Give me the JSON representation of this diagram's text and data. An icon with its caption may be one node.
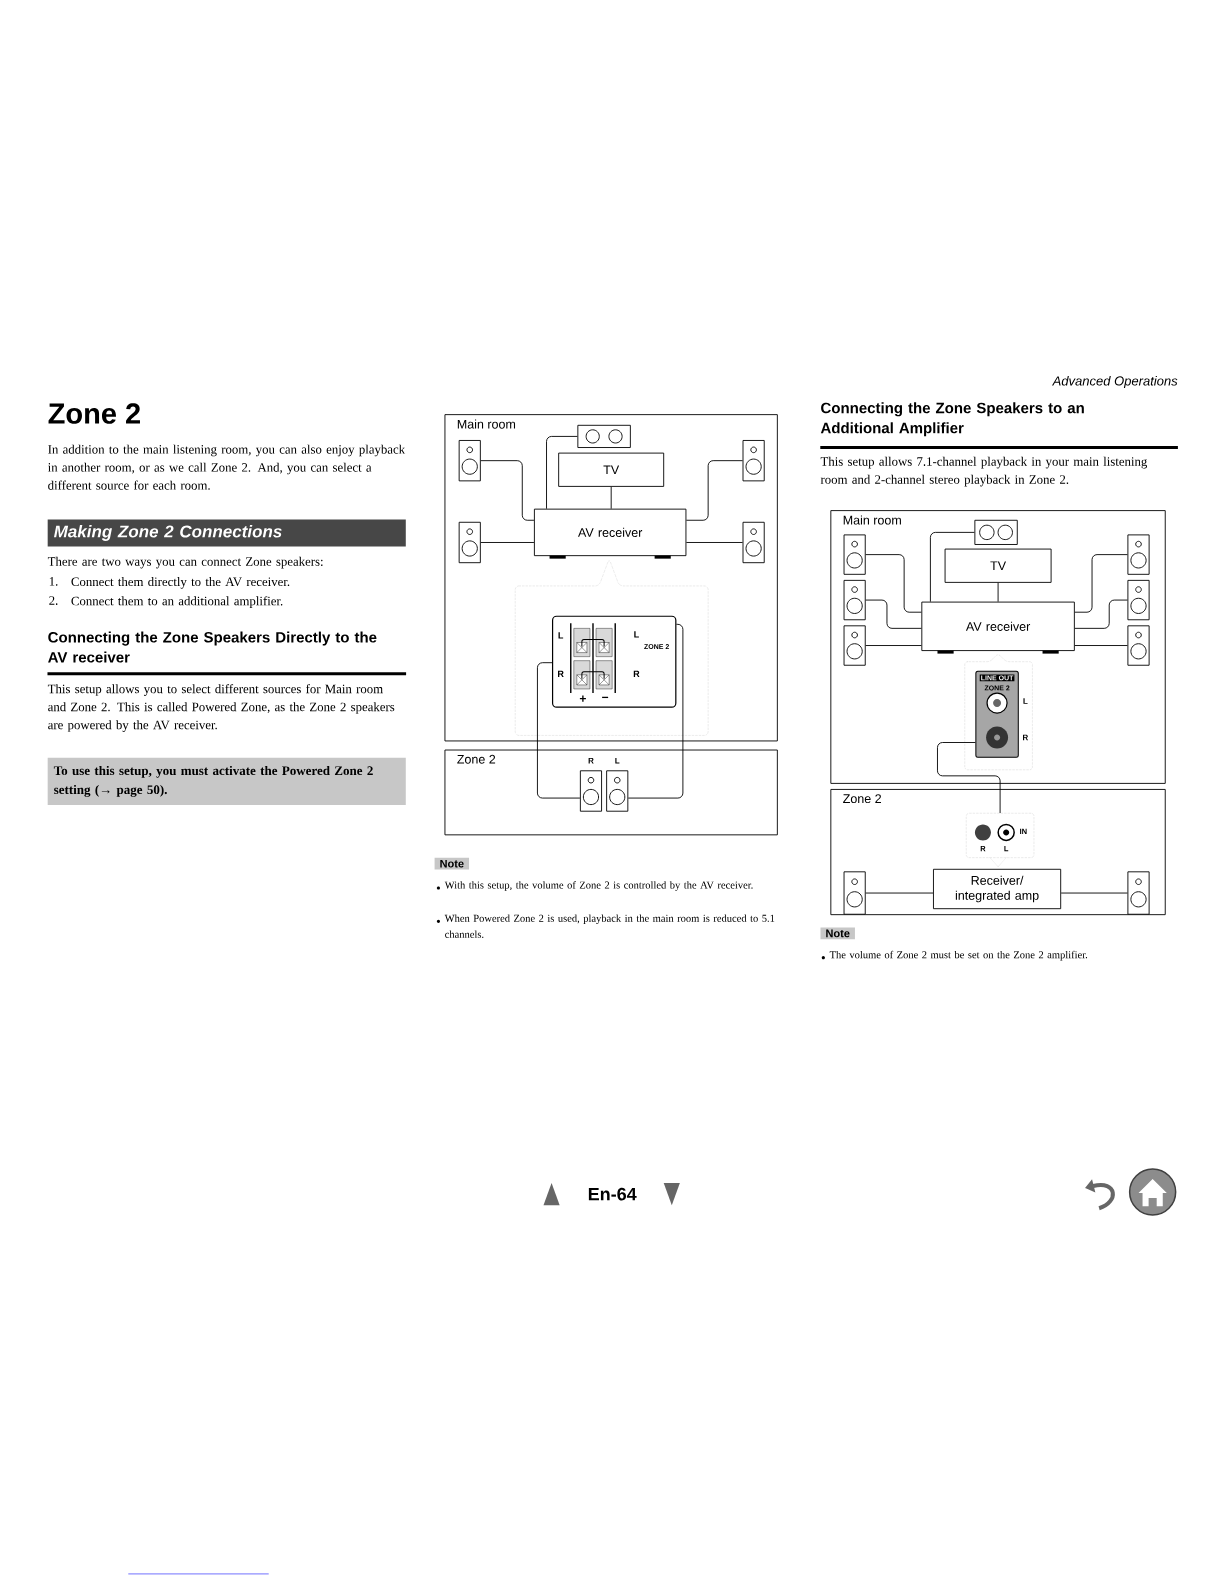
{
  "diagram": {
    "title": "Zone 2",
    "nodes": [
      {
        "text": [
          "Main room"
        ]
      },
      {
        "text": [
          "TV"
        ],
        "in": 0
      },
      {
        "text": [
          "AV receiver"
        ],
        "in": 0
      },
      {
        "text": [],
        "shape": "box",
        "in": 0
      },
      {
        "text": [],
        "shape": "box",
        "in": 0
      },
      {
        "text": [],
        "shape": "box",
        "in": 0
      },
      {
        "text": [],
        "shape": "box",
        "in": 0
      },
      {
        "text": [],
        "shape": "box",
        "in": 0
      },
      {
        "text": [
          "L",
          "R",
          "L",
          "ZONE 2",
          "R",
          "+",
          "−"
        ],
        "in": 0
      },
      {
        "text": [
          "Zone 2"
        ]
      },
      {
        "text": [],
        "shape": "box",
        "in": 9,
        "beside": [
          "R"
        ]
      },
      {
        "text": [],
        "shape": "box",
        "in": 9,
        "beside": [
          "L"
        ]
      },
      {
        "text": [
          "Main room"
        ]
      },
      {
        "text": [
          "TV"
        ],
        "in": 12
      },
      {
        "text": [
          "AV receiver"
        ],
        "in": 12
      },
      {
        "text": [],
        "shape": "box",
        "in": 12
      },
      {
        "text": [],
        "shape": "box",
        "in": 12
      },
      {
        "text": [],
        "shape": "box",
        "in": 12
      },
      {
        "text": [],
        "shape": "box",
        "in": 12
      },
      {
        "text": [],
        "shape": "box",
        "in": 12
      },
      {
        "text": [],
        "shape": "box",
        "in": 12
      },
      {
        "text": [],
        "shape": "box",
        "in": 12
      },
      {
        "text": [
          "LINE OUT",
          "ZONE 2"
        ],
        "in": 12,
        "beside": [
          "L",
          "R"
        ]
      },
      {
        "text": [
          "Zone 2"
        ]
      },
      {
        "text": [
          "IN",
          "R",
          "L"
        ],
        "in": 23
      },
      {
        "text": [
          "Receiver/ integrated amp"
        ],
        "in": 23
      },
      {
        "text": [],
        "shape": "box",
        "in": 23
      },
      {
        "text": [],
        "shape": "box",
        "in": 23
      }
    ],
    "edges": [
      {
        "from": 3,
        "to": 2,
        "arrow": "none"
      },
      {
        "from": 4,
        "to": 2,
        "arrow": "none"
      },
      {
        "from": 5,
        "to": 2,
        "arrow": "none"
      },
      {
        "from": 6,
        "to": 2,
        "arrow": "none"
      },
      {
        "from": 7,
        "to": 2,
        "arrow": "none"
      },
      {
        "from": 1,
        "to": 2,
        "arrow": "none"
      },
      {
        "from": 8,
        "to": 10,
        "arrow": "none"
      },
      {
        "from": 8,
        "to": 11,
        "arrow": "none"
      },
      {
        "from": 15,
        "to": 14,
        "arrow": "none"
      },
      {
        "from": 16,
        "to": 14,
        "arrow": "none"
      },
      {
        "from": 17,
        "to": 14,
        "arrow": "none"
      },
      {
        "from": 18,
        "to": 14,
        "arrow": "none"
      },
      {
        "from": 19,
        "to": 14,
        "arrow": "none"
      },
      {
        "from": 20,
        "to": 14,
        "arrow": "none"
      },
      {
        "from": 21,
        "to": 14,
        "arrow": "none"
      },
      {
        "from": 13,
        "to": 14,
        "arrow": "none"
      },
      {
        "from": 22,
        "to": 24,
        "arrow": "none"
      },
      {
        "from": 26,
        "to": 25,
        "arrow": "none"
      },
      {
        "from": 27,
        "to": 25,
        "arrow": "none"
      }
    ],
    "labels": [
      "In addition to the main listening room, you can also enjoy playback in another room, or as we call Zone 2. And, you can select a different source for each room.",
      "Making Zone 2 Connections",
      "There are two ways you can connect Zone speakers:",
      "1.",
      "Connect them directly to the AV receiver.",
      "2.",
      "Connect them to an additional amplifier.",
      "Connecting the Zone Speakers Directly to the AV receiver",
      "This setup allows you to select different sources for Main room and Zone 2. This is called Powered Zone, as the Zone 2 speakers are powered by the AV receiver.",
      "To use this setup, you must activate the Powered Zone 2 setting (→ page 50).",
      "Note",
      "With this setup, the volume of Zone 2 is controlled by the AV receiver.",
      "When Powered Zone 2 is used, playback in the main room is reduced to 5.1 channels.",
      "Advanced Operations",
      "Connecting the Zone Speakers to an Additional Amplifier",
      "This setup allows 7.1-channel playback in your main listening room and 2-channel stereo playback in Zone 2.",
      "Note",
      "The volume of Zone 2 must be set on the Zone 2 amplifier.",
      "En-64"
    ]
  }
}
